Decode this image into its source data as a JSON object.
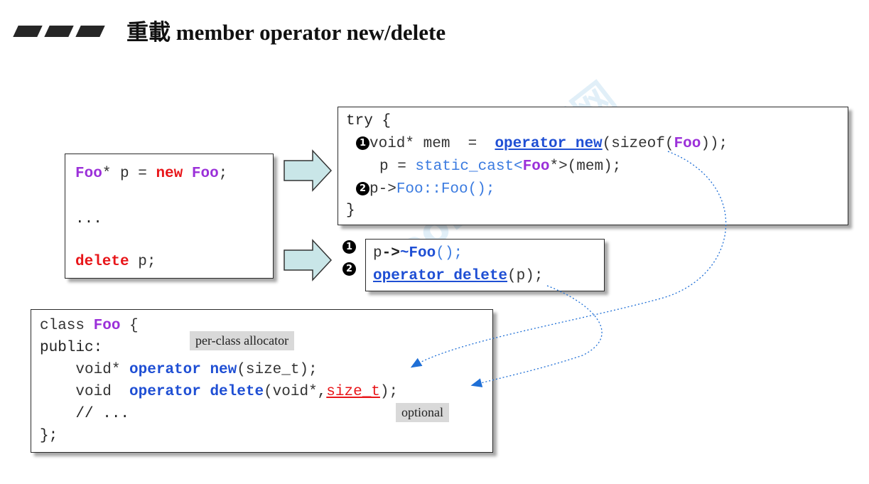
{
  "title": "重載 member operator new/delete",
  "watermark": "Boolan 博览网",
  "client": {
    "line1": {
      "t1": "Foo",
      "t2": "* p = ",
      "t3": "new",
      "t4": " ",
      "t5": "Foo",
      "t6": ";"
    },
    "line2": "...",
    "line3": {
      "t1": "delete",
      "t2": " p;"
    }
  },
  "try_box": {
    "open": "try {",
    "step1": "1",
    "l1a": "void* mem  =  ",
    "l1b": "operator new",
    "l1c": "(sizeof(",
    "l1d": "Foo",
    "l1e": "));",
    "l2a": "p = ",
    "l2b": "static_cast<",
    "l2c": "Foo",
    "l2d": "*>(mem);",
    "step2": "2",
    "l3a": "p->",
    "l3b": "Foo::Foo();",
    "close": "}"
  },
  "delete_box": {
    "step1": "1",
    "step2": "2",
    "l1a": "p",
    "l1b": "->",
    "l1c": "~Foo",
    "l1d": "();",
    "l2a": "operator delete",
    "l2b": "(p);"
  },
  "class_box": {
    "l1a": "class ",
    "l1b": "Foo",
    "l1c": " {",
    "l2": "public:",
    "l3a": "    void* ",
    "l3b": "operator new",
    "l3c": "(size_t);",
    "l4a": "    void  ",
    "l4b": "operator delete",
    "l4c": "(void*,",
    "l4d": "size_t",
    "l4e": ");",
    "l5": "    // ...",
    "l6": "};"
  },
  "tags": {
    "allocator": "per-class allocator",
    "optional": "optional"
  },
  "colors": {
    "purple": "#9b30d9",
    "red": "#e8161a",
    "blue": "#1f4fd4",
    "arrow_fill": "#c9e6e8",
    "link": "#1f6fd6"
  }
}
